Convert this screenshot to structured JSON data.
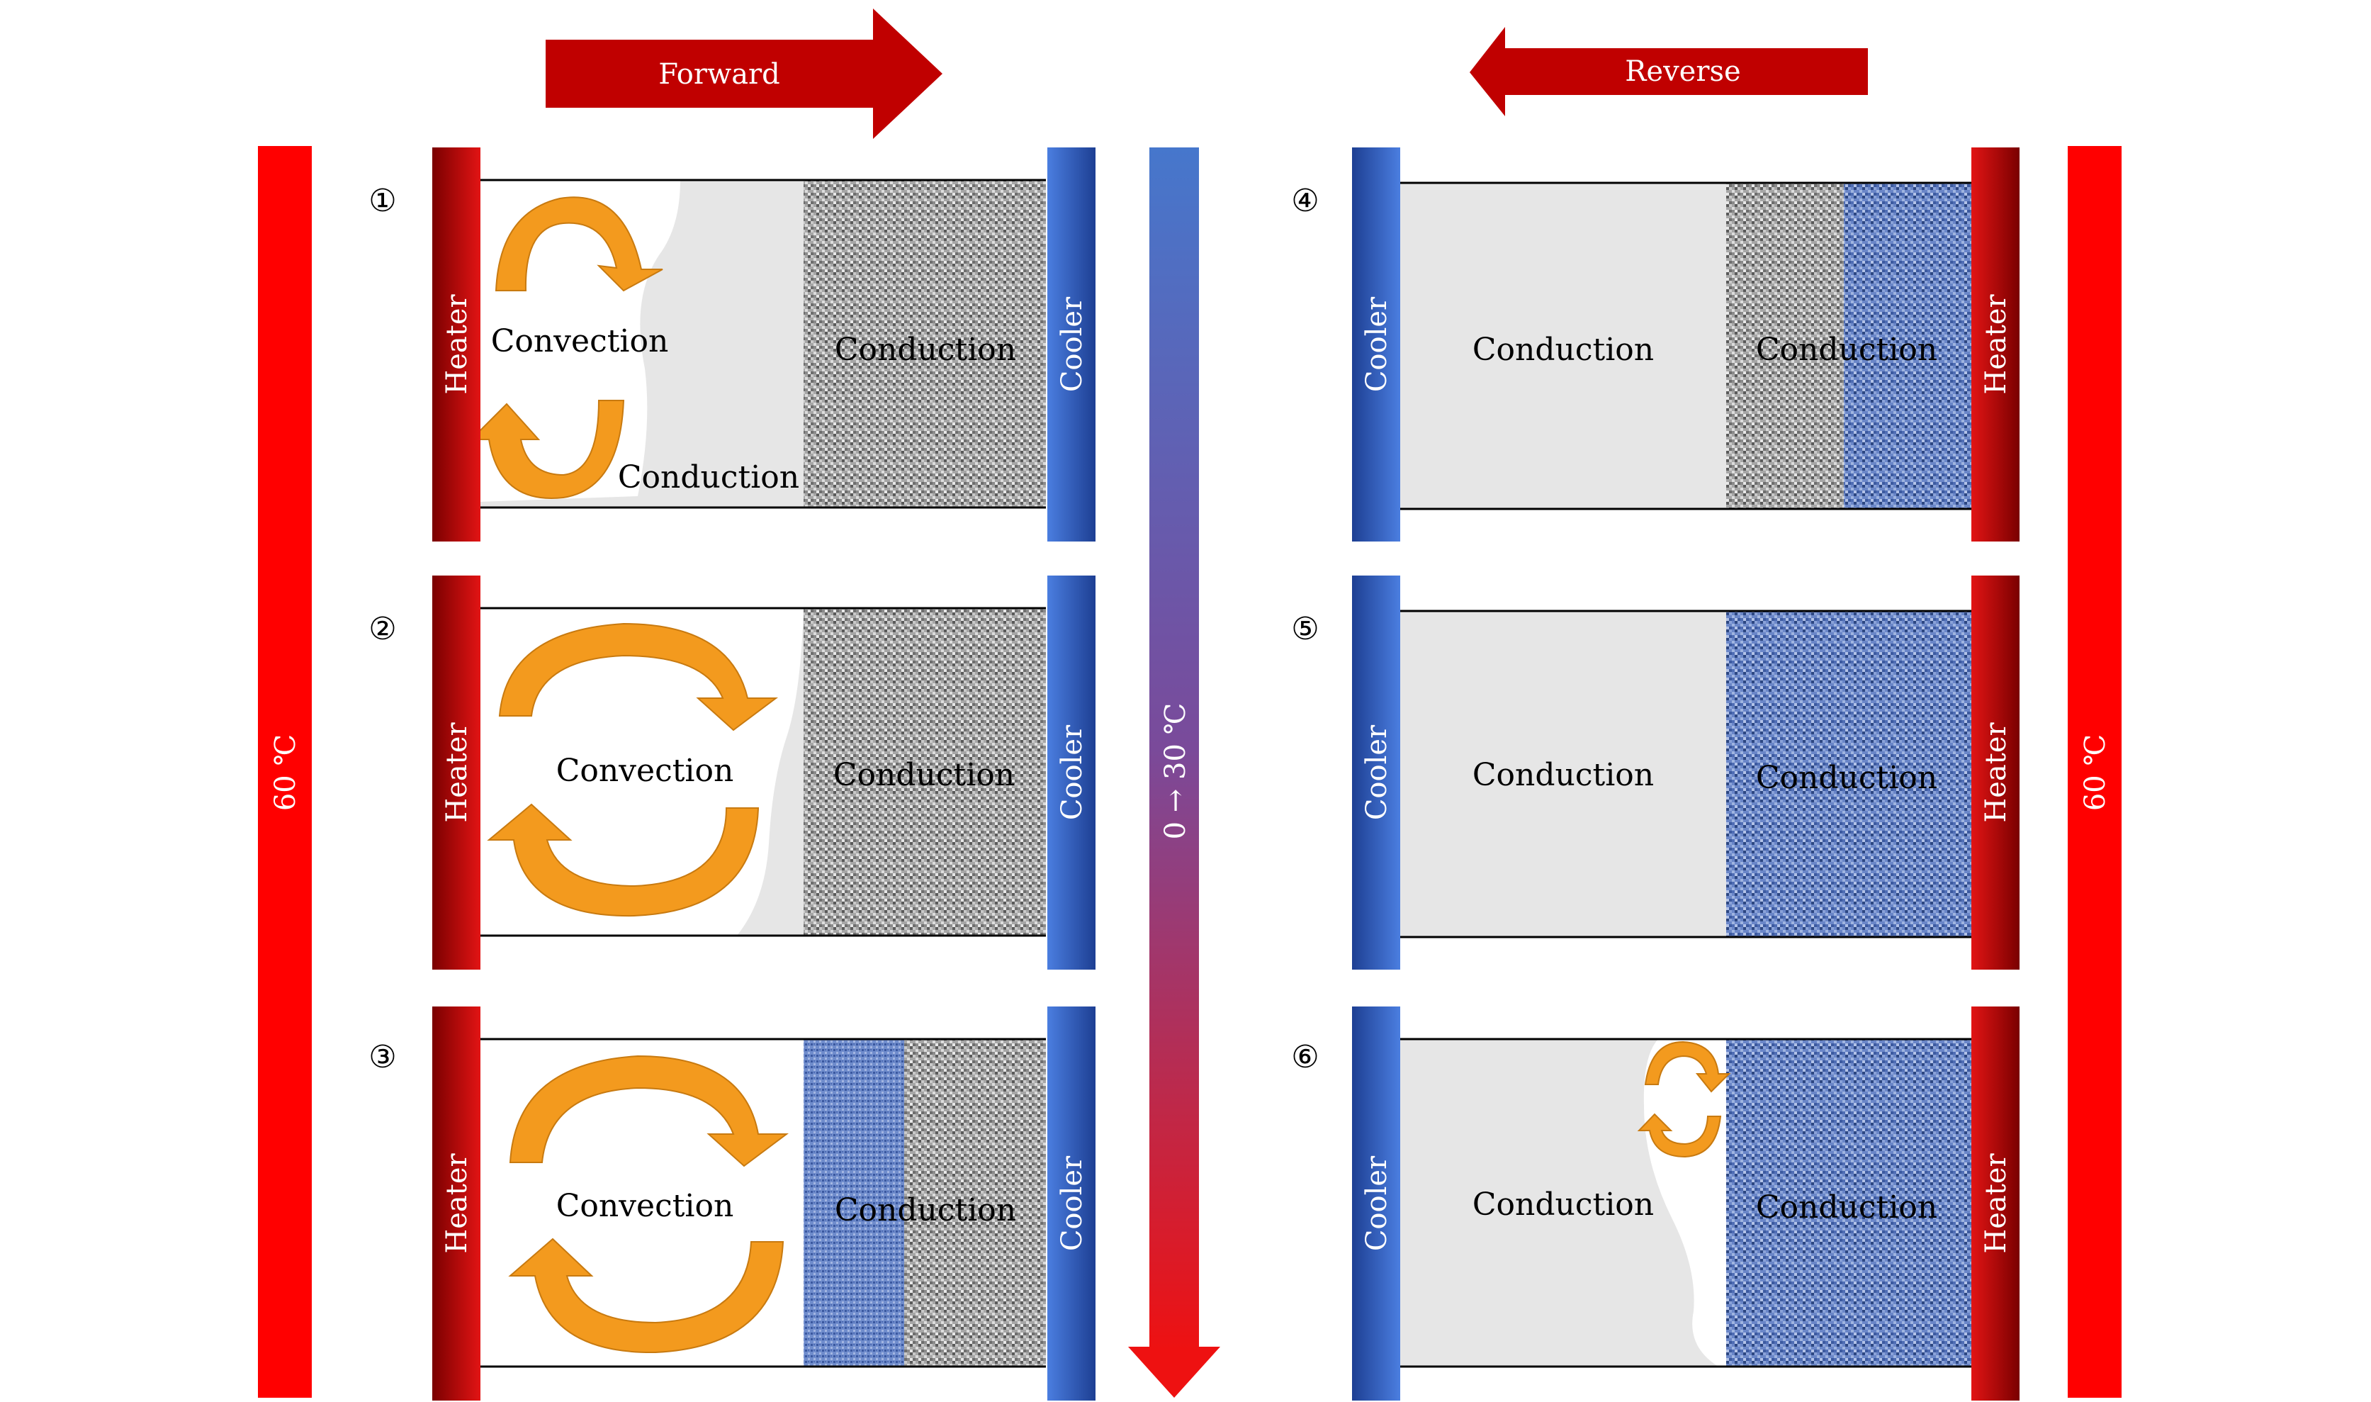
{
  "arrows": {
    "forward": "Forward",
    "reverse": "Reverse",
    "cooling_range": "0 → 30 ℃"
  },
  "side_temperatures": {
    "left": "60 ℃",
    "right": "60 ℃"
  },
  "panels": [
    {
      "number": "①",
      "heater": "Heater",
      "cooler": "Cooler",
      "labels": [
        "Convection",
        "Conduction",
        "Conduction"
      ]
    },
    {
      "number": "②",
      "heater": "Heater",
      "cooler": "Cooler",
      "labels": [
        "Convection",
        "Conduction"
      ]
    },
    {
      "number": "③",
      "heater": "Heater",
      "cooler": "Cooler",
      "labels": [
        "Convection",
        "Conduction"
      ]
    },
    {
      "number": "④",
      "heater": "Heater",
      "cooler": "Cooler",
      "labels": [
        "Conduction",
        "Conduction"
      ]
    },
    {
      "number": "⑤",
      "heater": "Heater",
      "cooler": "Cooler",
      "labels": [
        "Conduction",
        "Conduction"
      ]
    },
    {
      "number": "⑥",
      "heater": "Heater",
      "cooler": "Cooler",
      "labels": [
        "Conduction",
        "Conduction"
      ]
    }
  ],
  "colors": {
    "heater_dark": "#8b0000",
    "heater_light": "#e01010",
    "cooler_dark": "#1a3f95",
    "cooler_light": "#4d7de0",
    "temp_bar": "#ff0000",
    "arrow": "#c00000",
    "convection_arrow": "#f39a1e",
    "convection_arrow_dark": "#c87a10",
    "solid_gray": "#9a9a9a",
    "solid_blue": "#6a86c8",
    "liquid_light": "#e6e6e6"
  }
}
